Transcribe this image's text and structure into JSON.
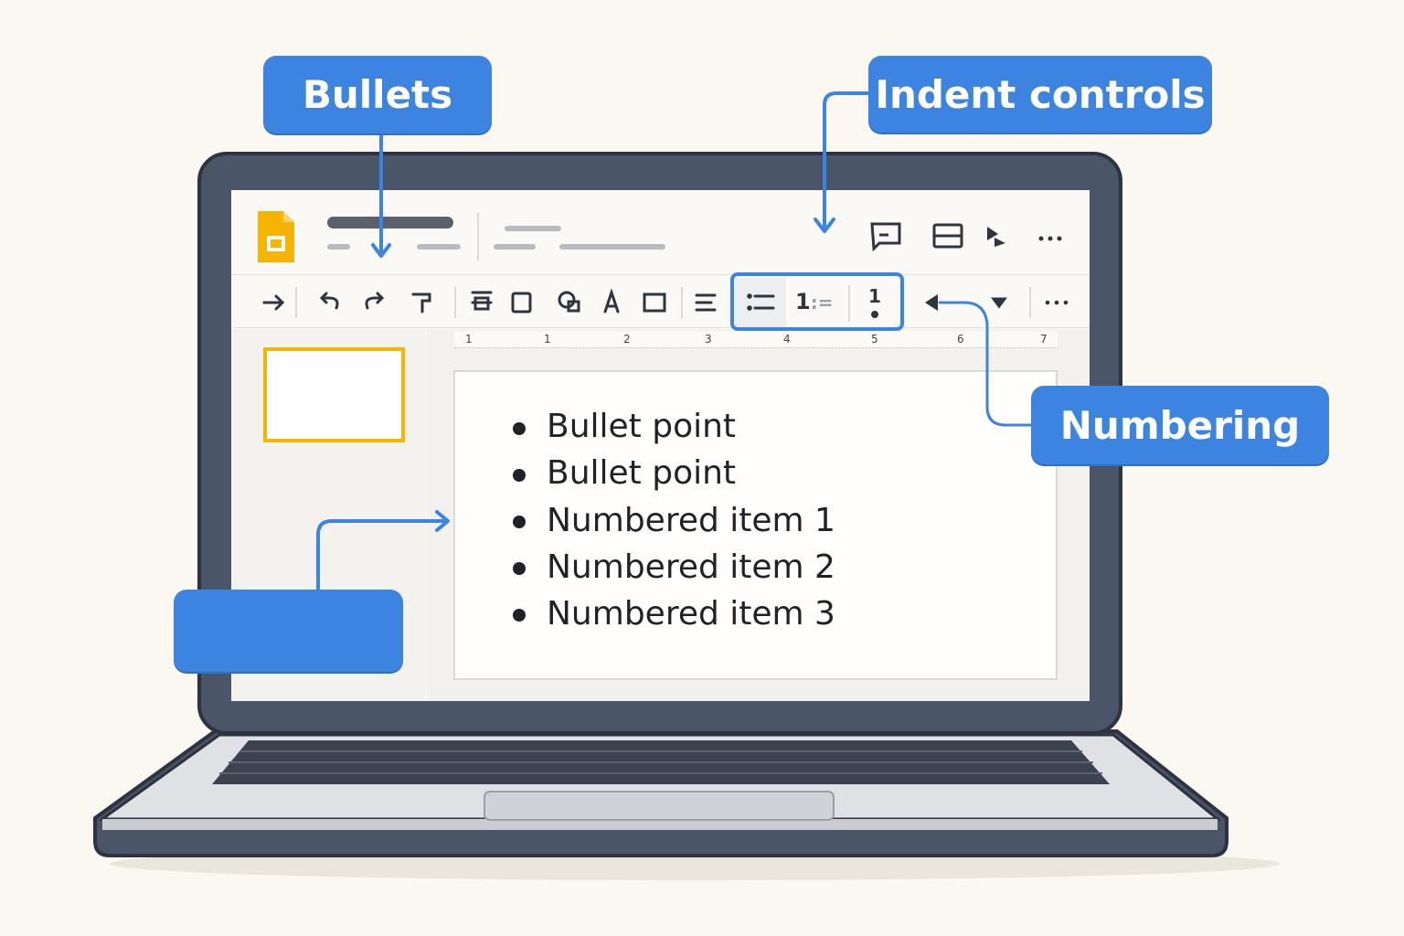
{
  "callouts": {
    "bullets": "Bullets",
    "indent_controls": "Indent controls",
    "numbering": "Numbering",
    "unlabeled": ""
  },
  "toolbar": {
    "icons": [
      "arrow-icon",
      "undo-icon",
      "redo-icon",
      "paint-format-icon",
      "align-icon",
      "frame-icon",
      "shapes-icon",
      "text-icon",
      "image-icon",
      "align-left-icon",
      "bulleted-list-icon",
      "numbered-list-icon",
      "indent-icon",
      "back-arrow-icon",
      "dropdown-icon",
      "more-icon"
    ],
    "ruler": [
      "1",
      "1",
      "2",
      "3",
      "4",
      "5",
      "6",
      "7"
    ]
  },
  "slide": {
    "items": [
      "Bullet point",
      "Bullet point",
      "Numbered item 1",
      "Numbered item 2",
      "Numbered item 3"
    ]
  },
  "colors": {
    "accent": "#3d84e0",
    "bezel": "#4a5568",
    "slides_yellow": "#f4b400"
  }
}
